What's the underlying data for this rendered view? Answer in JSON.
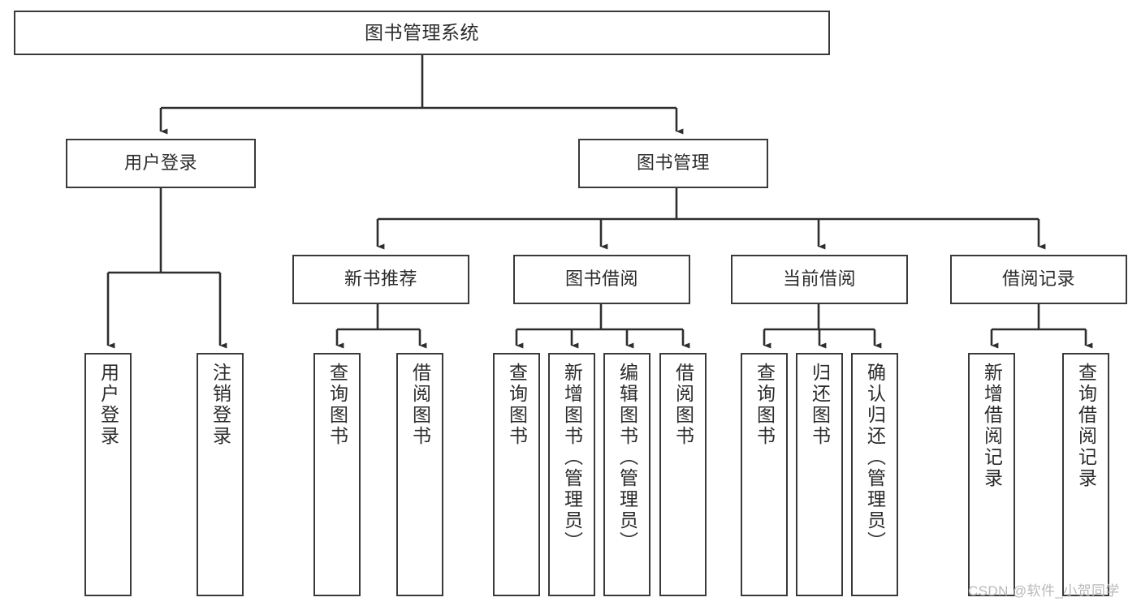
{
  "diagram": {
    "title": "图书管理系统",
    "type": "tree",
    "watermark": "CSDN @软件_小贺同学",
    "colors": {
      "background": "#ffffff",
      "box_border": "#3a3a3a",
      "box_fill": "#ffffff",
      "text": "#2b2b2b",
      "connector": "#2e2e2e",
      "watermark": "#b9b9b9"
    },
    "levels": {
      "root": "图书管理系统",
      "level2": [
        "用户登录",
        "图书管理"
      ],
      "level3": [
        "新书推荐",
        "图书借阅",
        "当前借阅",
        "借阅记录"
      ]
    },
    "nodes": {
      "root": {
        "label": "图书管理系统"
      },
      "user_login": {
        "label": "用户登录"
      },
      "book_manage": {
        "label": "图书管理"
      },
      "new_book_rec": {
        "label": "新书推荐"
      },
      "book_borrow": {
        "label": "图书借阅"
      },
      "current_borrow": {
        "label": "当前借阅"
      },
      "borrow_record": {
        "label": "借阅记录"
      }
    },
    "leaves": {
      "user_login": [
        {
          "label": "用户登录"
        },
        {
          "label": "注销登录"
        }
      ],
      "new_book_rec": [
        {
          "label": "查询图书"
        },
        {
          "label": "借阅图书"
        }
      ],
      "book_borrow": [
        {
          "label": "查询图书"
        },
        {
          "label": "新增图书（管理员）"
        },
        {
          "label": "编辑图书（管理员）"
        },
        {
          "label": "借阅图书"
        }
      ],
      "current_borrow": [
        {
          "label": "查询图书"
        },
        {
          "label": "归还图书"
        },
        {
          "label": "确认归还（管理员）"
        }
      ],
      "borrow_record": [
        {
          "label": "新增借阅记录"
        },
        {
          "label": "查询借阅记录"
        }
      ]
    }
  }
}
